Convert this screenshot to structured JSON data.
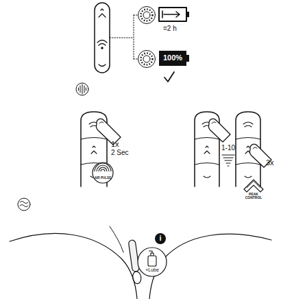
{
  "diagram": {
    "nodes": [
      {
        "text": [
          "100%"
        ]
      },
      {
        "text": [
          "AIR PULSE"
        ]
      },
      {
        "text": [
          "PEAK CONTROL"
        ]
      },
      {
        "text": [
          "+Lube"
        ]
      },
      {
        "text": [
          "i"
        ]
      }
    ],
    "labels": [
      "=2 h",
      "1x",
      "2 Sec",
      "1-10",
      "3x"
    ]
  }
}
